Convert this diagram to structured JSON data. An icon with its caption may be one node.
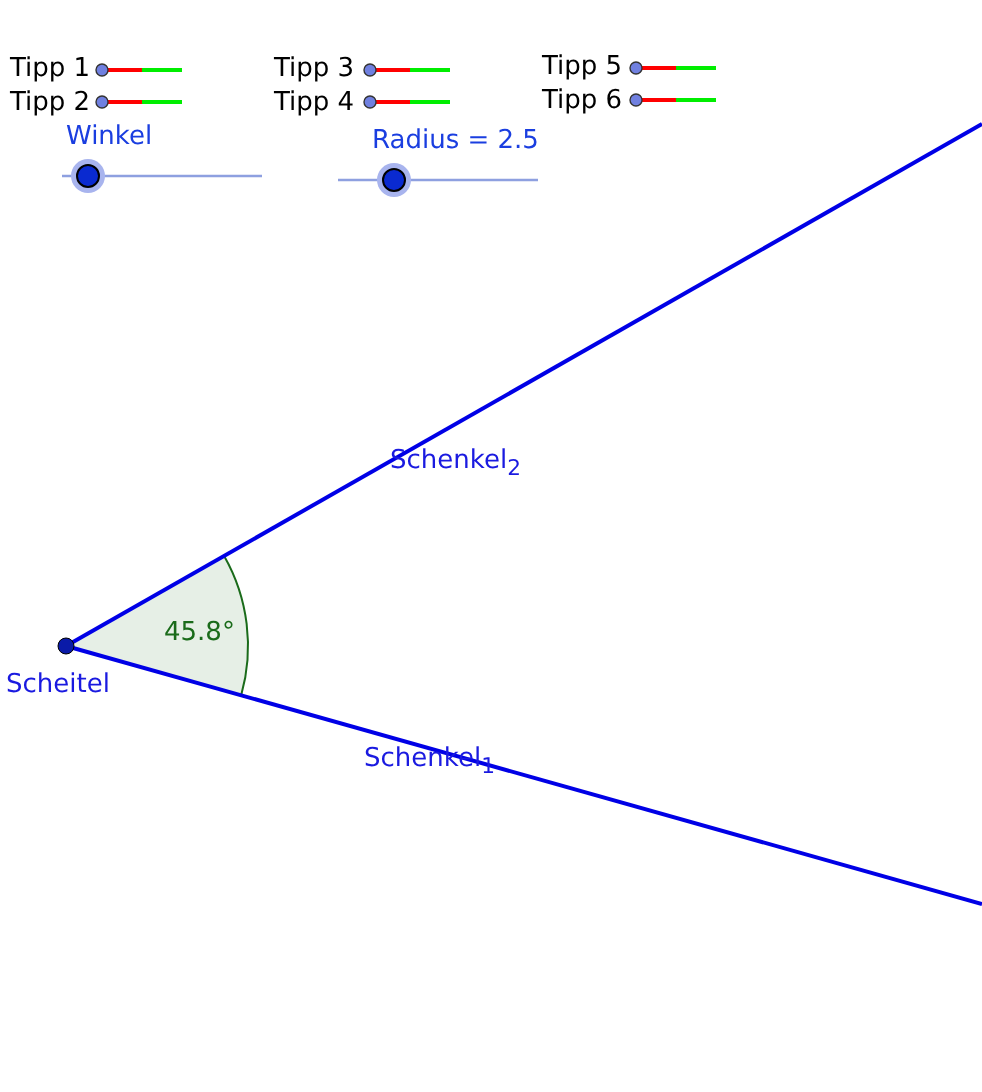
{
  "diagram": {
    "labels": [
      "Tipp 1",
      "Tipp 2",
      "Tipp 3",
      "Tipp 4",
      "Tipp 5",
      "Tipp 6",
      "Winkel",
      "Radius = 2.5",
      "Schenkel$_{2}$",
      "45.8°",
      "Scheitel",
      "Schenkel$_{1}$"
    ]
  }
}
